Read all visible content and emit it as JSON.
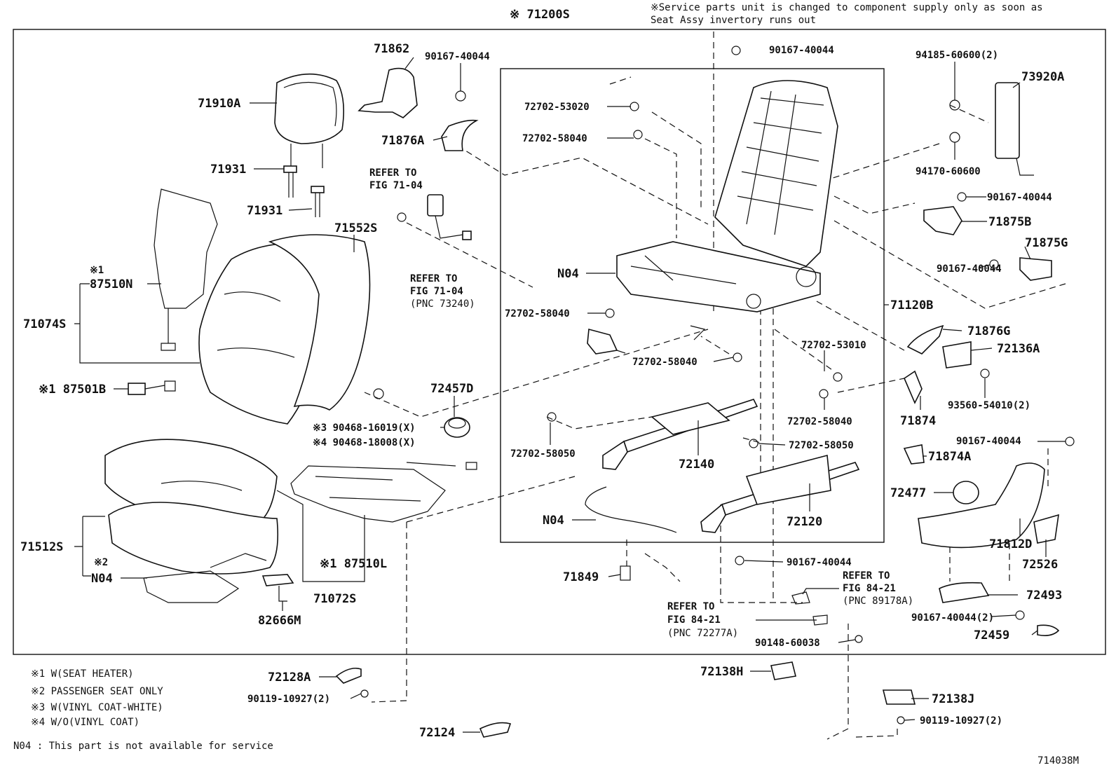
{
  "header": {
    "assembly_number": "※ 71200S",
    "service_note_line1": "※Service parts unit is changed to component supply only as soon as",
    "service_note_line2": "Seat Assy invertory runs out"
  },
  "parts": {
    "p71862": "71862",
    "p90167_40044_a": "90167-40044",
    "p71910A": "71910A",
    "p71876A": "71876A",
    "p71931_a": "71931",
    "p71931_b": "71931",
    "p71552S": "71552S",
    "p87510N_mark": "※1",
    "p87510N": "87510N",
    "p71074S": "71074S",
    "p87501B": "※1 87501B",
    "p72457D": "72457D",
    "p90468_16019": "※3 90468-16019(X)",
    "p90468_18008": "※4 90468-18008(X)",
    "p71512S": "71512S",
    "pN04_mark": "※2",
    "pN04_a": "N04",
    "p87510L": "※1 87510L",
    "p71072S": "71072S",
    "p82666M": "82666M",
    "p72702_53020": "72702-53020",
    "p72702_58040_a": "72702-58040",
    "p72702_58040_b": "72702-58040",
    "p72702_58040_c": "72702-58040",
    "p72702_58040_d": "72702-58040",
    "pN04_b": "N04",
    "p72702_53010": "72702-53010",
    "p72702_58050_a": "72702-58050",
    "p72702_58050_b": "72702-58050",
    "p72140": "72140",
    "pN04_c": "N04",
    "p72120": "72120",
    "p71849": "71849",
    "p90167_40044_b": "90167-40044",
    "p90167_40044_c": "90167-40044",
    "p90148_60038": "90148-60038",
    "p94185_60600": "94185-60600(2)",
    "p73920A": "73920A",
    "p94170_60600": "94170-60600",
    "p90167_40044_d": "90167-40044",
    "p71875B": "71875B",
    "p71875G": "71875G",
    "p90167_40044_e": "90167-40044",
    "p71120B": "71120B",
    "p71876G": "71876G",
    "p72136A": "72136A",
    "p93560_54010": "93560-54010(2)",
    "p71874": "71874",
    "p90167_40044_f": "90167-40044",
    "p71874A": "71874A",
    "p72477": "72477",
    "p71812D": "71812D",
    "p72526": "72526",
    "p72493": "72493",
    "p90167_40044_g": "90167-40044(2)",
    "p72459": "72459",
    "p72128A": "72128A",
    "p90119_10927_a": "90119-10927(2)",
    "p72124": "72124",
    "p72138H": "72138H",
    "p72138J": "72138J",
    "p90119_10927_b": "90119-10927(2)"
  },
  "references": {
    "ref1_line1": "REFER TO",
    "ref1_line2": "FIG 71-04",
    "ref2_line1": "REFER TO",
    "ref2_line2": "FIG 71-04",
    "ref2_line3": "(PNC 73240)",
    "ref3_line1": "REFER TO",
    "ref3_line2": "FIG 84-21",
    "ref3_line3": "(PNC 89178A)",
    "ref4_line1": "REFER TO",
    "ref4_line2": "FIG 84-21",
    "ref4_line3": "(PNC 72277A)"
  },
  "legend": {
    "note1": "※1 W(SEAT HEATER)",
    "note2": "※2 PASSENGER SEAT ONLY",
    "note3": "※3 W(VINYL COAT-WHITE)",
    "note4": "※4 W/O(VINYL COAT)",
    "n04_note": "N04 : This part is not available for service"
  },
  "figure_id": "714038M"
}
